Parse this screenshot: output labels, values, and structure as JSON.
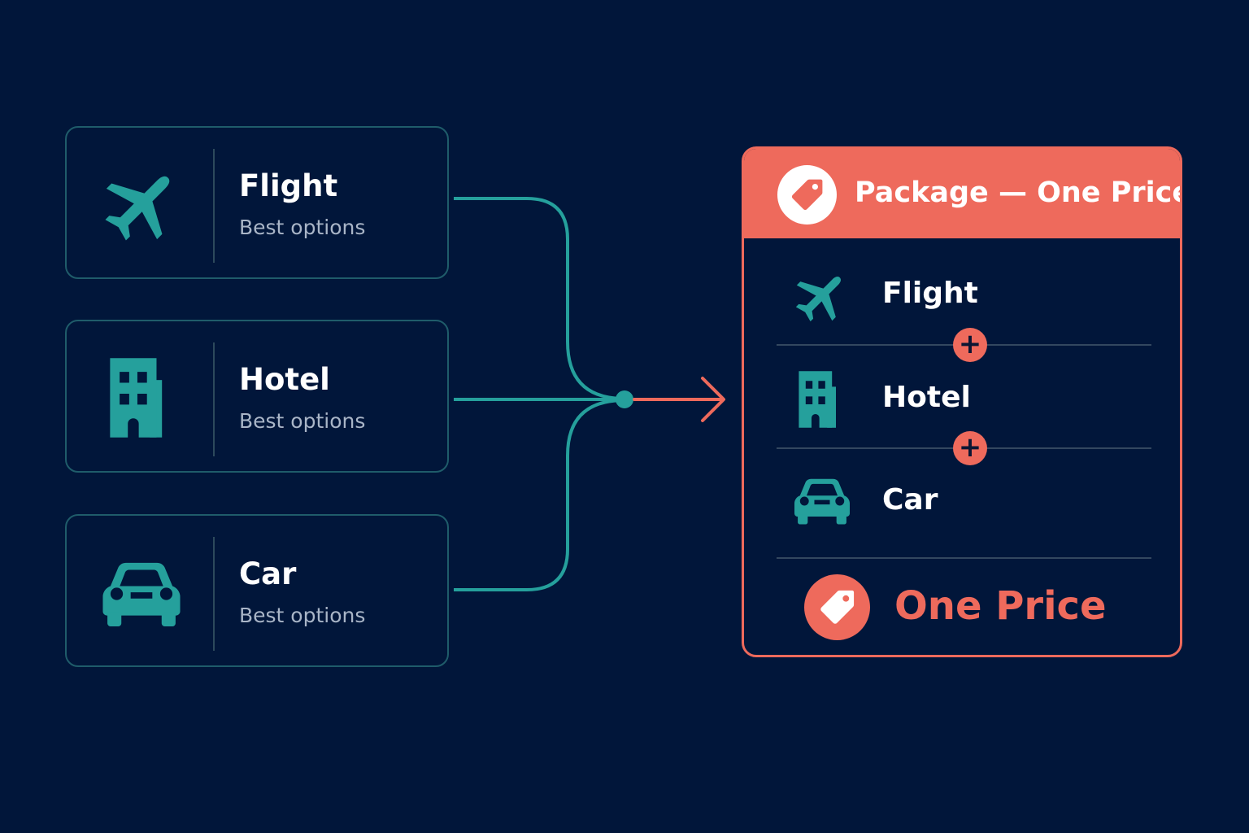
{
  "colors": {
    "background": "#01163a",
    "accent_teal": "#25a09c",
    "accent_coral": "#ee6a5c",
    "card_border": "#1f5c6a"
  },
  "options": [
    {
      "title": "Flight",
      "subtitle": "Best options",
      "icon": "airplane-icon"
    },
    {
      "title": "Hotel",
      "subtitle": "Best options",
      "icon": "building-icon"
    },
    {
      "title": "Car",
      "subtitle": "Best options",
      "icon": "car-icon"
    }
  ],
  "package": {
    "title": "Package — One Price",
    "header_icon": "price-tag-icon",
    "items": [
      {
        "label": "Flight",
        "icon": "airplane-icon"
      },
      {
        "label": "Hotel",
        "icon": "building-icon"
      },
      {
        "label": "Car",
        "icon": "car-icon"
      }
    ],
    "plus_symbol": "+",
    "price_label": "One Price",
    "price_icon": "price-tag-icon"
  }
}
